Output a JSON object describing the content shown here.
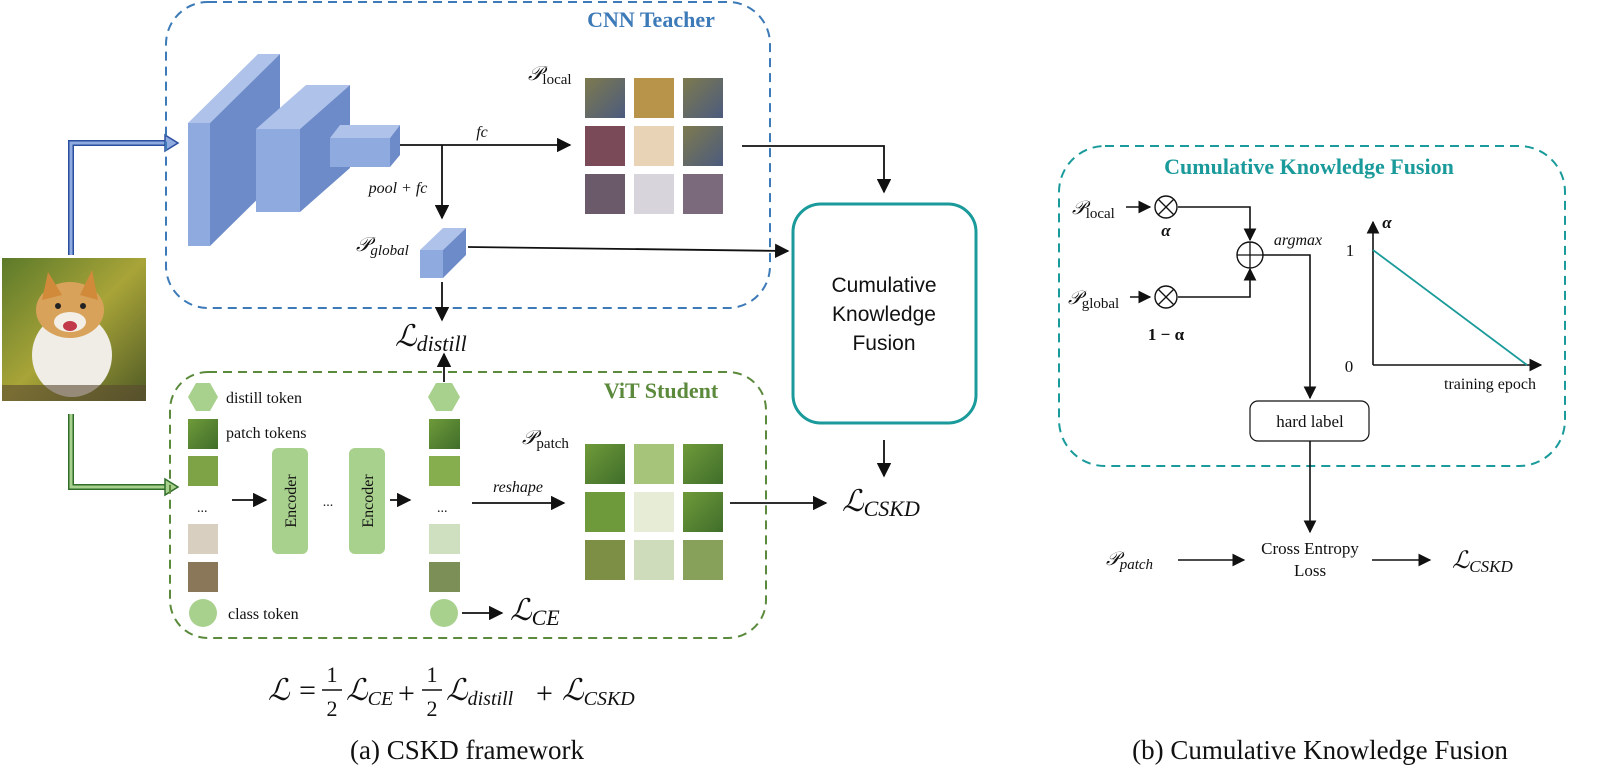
{
  "left_panel": {
    "cnn_teacher_title": "CNN Teacher",
    "vit_student_title": "ViT Student",
    "fc_label": "fc",
    "pool_fc_label": "pool + fc",
    "p_local": {
      "base": "𝒫",
      "sub": "local"
    },
    "p_global": {
      "base": "𝒫",
      "sub": "global"
    },
    "p_patch": {
      "base": "𝒫",
      "sub": "patch"
    },
    "l_distill": {
      "base": "ℒ",
      "sub": "distill"
    },
    "l_ce": {
      "base": "ℒ",
      "sub": "CE"
    },
    "l_cskd": {
      "base": "ℒ",
      "sub": "CSKD"
    },
    "distill_token": "distill token",
    "patch_tokens": "patch tokens",
    "class_token": "class token",
    "encoder_label": "Encoder",
    "ellipsis": "...",
    "reshape_label": "reshape",
    "ckf_box": [
      "Cumulative",
      "Knowledge",
      "Fusion"
    ],
    "equation": {
      "lhs": "ℒ =",
      "half": "1",
      "two": "2",
      "t1_base": "ℒ",
      "t1_sub": "CE",
      "plus": "+",
      "t2_base": "ℒ",
      "t2_sub": "distill",
      "t3_base": "ℒ",
      "t3_sub": "CSKD"
    },
    "caption": "(a) CSKD framework"
  },
  "right_panel": {
    "title": "Cumulative Knowledge Fusion",
    "p_local": {
      "base": "𝒫",
      "sub": "local"
    },
    "p_global": {
      "base": "𝒫",
      "sub": "global"
    },
    "alpha": "α",
    "one_minus_alpha": "1 − α",
    "argmax": "argmax",
    "hard_label": "hard label",
    "cross_entropy": [
      "Cross Entropy",
      "Loss"
    ],
    "p_patch": {
      "base": "𝒫",
      "sub": "patch"
    },
    "l_cskd": {
      "base": "ℒ",
      "sub": "CSKD"
    },
    "plot": {
      "y_axis": "α",
      "y_tick_1": "1",
      "y_tick_0": "0",
      "x_axis": "training epoch",
      "line_color": "#1a9a9a"
    },
    "caption": "(b) Cumulative Knowledge Fusion"
  },
  "colors": {
    "teacher": "#3d7ab8",
    "student": "#5b8a3c",
    "fusion": "#1a9a9a",
    "block_front": "#8faadf",
    "block_side": "#6e8bc9",
    "block_top": "#aec2ea",
    "token_green": "#a9d18e",
    "encoder_green": "#a9d18e"
  }
}
